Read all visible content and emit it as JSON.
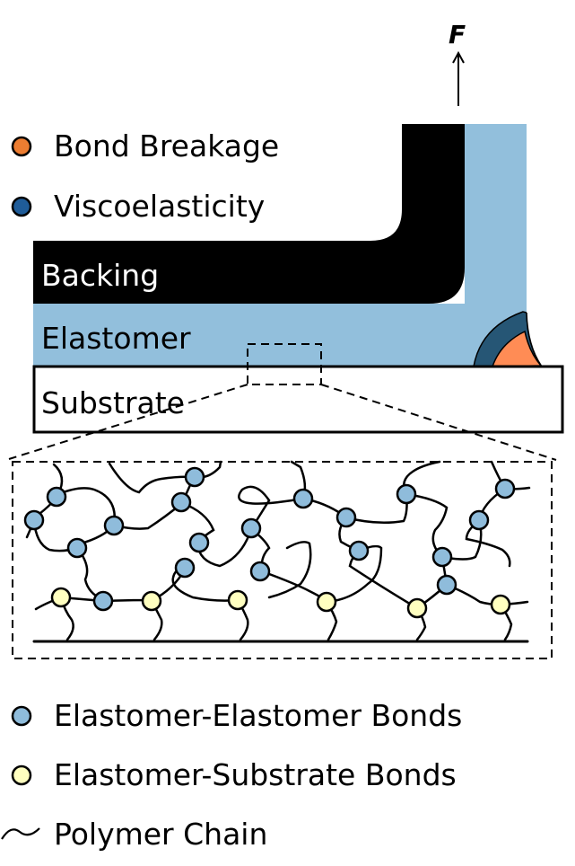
{
  "diagram": {
    "type": "peel-test-schematic",
    "force_label": "F",
    "top_legend": [
      {
        "label": "Bond Breakage",
        "icon": "orange-dot-icon",
        "color": "#ED7D31"
      },
      {
        "label": "Viscoelasticity",
        "icon": "blue-dot-icon",
        "color": "#1F5C99"
      }
    ],
    "layers": {
      "backing": {
        "label": "Backing",
        "color": "#000000"
      },
      "elastomer": {
        "label": "Elastomer",
        "color": "#92BFDC"
      },
      "substrate": {
        "label": "Substrate",
        "color": "#FFFFFF"
      }
    },
    "crack_tip_zones": {
      "viscoelastic_color": "#265675",
      "bond_breakage_color": "#FF8C55"
    },
    "network": {
      "elastomer_bond_color": "#8FBCDB",
      "substrate_bond_color": "#FFFFC0",
      "elastomer_bond_count": 19,
      "substrate_bond_count": 6
    },
    "bottom_legend": [
      {
        "label": "Elastomer-Elastomer Bonds",
        "icon": "light-blue-dot-icon",
        "color": "#8FBCDB"
      },
      {
        "label": "Elastomer-Substrate Bonds",
        "icon": "light-yellow-dot-icon",
        "color": "#FFFFC0"
      },
      {
        "label": "Polymer Chain",
        "icon": "wave-icon"
      }
    ]
  }
}
